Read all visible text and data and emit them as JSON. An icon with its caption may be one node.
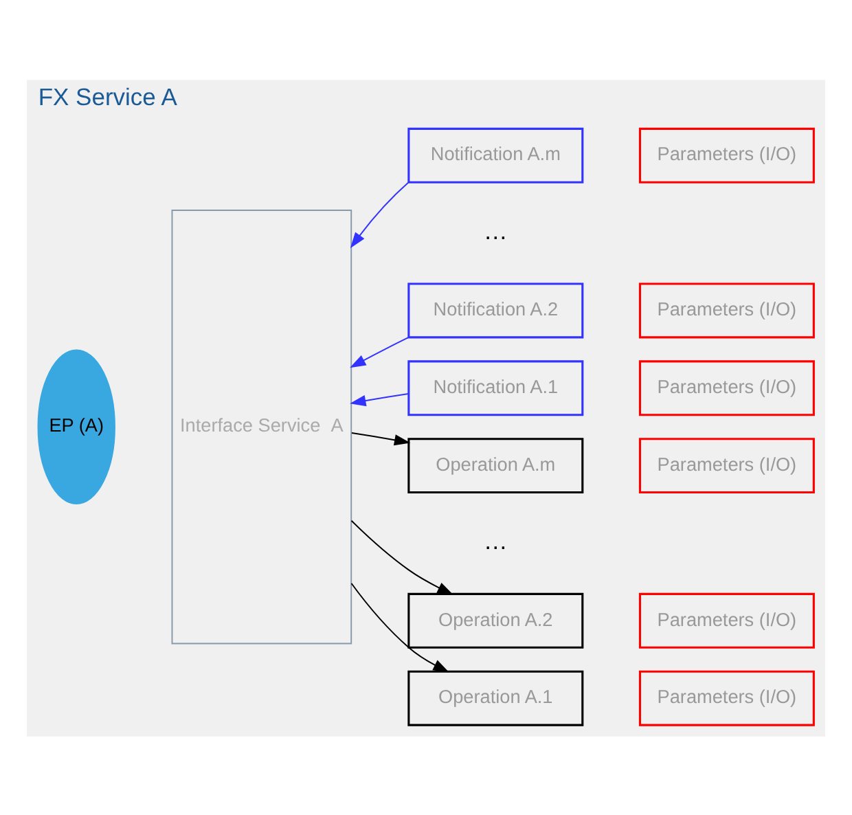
{
  "diagram": {
    "nodes": [
      {
        "text": [
          "FX Service A"
        ]
      },
      {
        "text": [
          "Interface Service  A"
        ],
        "in": 0
      },
      {
        "text": [
          "EP (A)"
        ],
        "in": 0
      },
      {
        "text": [
          "Operation A.1"
        ],
        "in": 0
      },
      {
        "text": [
          "Parameters (I/O)"
        ],
        "in": 0
      },
      {
        "text": [
          "Operation A.2"
        ],
        "in": 0
      },
      {
        "text": [
          "Parameters (I/O)"
        ],
        "in": 0
      },
      {
        "text": [
          "Operation A.m"
        ],
        "in": 0
      },
      {
        "text": [
          "Parameters (I/O)"
        ],
        "in": 0
      },
      {
        "text": [
          "Notification A.1"
        ],
        "in": 0
      },
      {
        "text": [
          "Parameters (I/O)"
        ],
        "in": 0
      },
      {
        "text": [
          "Notification A.2"
        ],
        "in": 0
      },
      {
        "text": [
          "Parameters (I/O)"
        ],
        "in": 0
      },
      {
        "text": [
          "Notification A.m"
        ],
        "in": 0
      },
      {
        "text": [
          "Parameters (I/O)"
        ],
        "in": 0
      }
    ],
    "edges": [
      {
        "from": 1,
        "to": 3,
        "arrow": "to"
      },
      {
        "from": 1,
        "to": 5,
        "arrow": "to"
      },
      {
        "from": 1,
        "to": 7,
        "arrow": "to"
      },
      {
        "from": 9,
        "to": 1,
        "arrow": "to",
        "color": "#3333ff"
      },
      {
        "from": 11,
        "to": 1,
        "arrow": "to",
        "color": "#3333ff"
      },
      {
        "from": 13,
        "to": 1,
        "arrow": "to",
        "color": "#3333ff"
      }
    ],
    "labels": [
      "…",
      "…"
    ]
  }
}
